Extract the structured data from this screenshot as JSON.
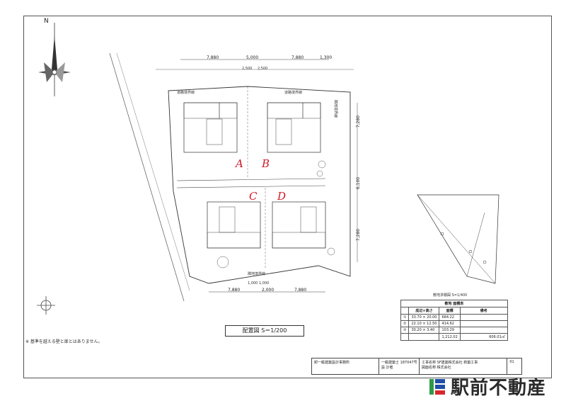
{
  "north_label": "N",
  "plan_title": "配置図 S＝1/200",
  "site_sketch_caption": "敷地求積図 S=1/400",
  "note_text": "※ 基準を越える壁と扉とはありません。",
  "lot_letters": [
    "A",
    "B",
    "C",
    "D"
  ],
  "dimensions_top": [
    "7,880",
    "5,000",
    "7,880",
    "1,300"
  ],
  "dimensions_top_sub": [
    "2,500",
    "2,500"
  ],
  "dimensions_bottom": [
    "7,880",
    "2,000",
    "7,880"
  ],
  "dimensions_bottom_sub": [
    "1,000",
    "1,000"
  ],
  "dimensions_right": [
    "7,280",
    "6,100",
    "7,280"
  ],
  "road_labels": [
    "道路境界線",
    "道路境界線",
    "隣地境界線",
    "隣地境界線"
  ],
  "area_table": {
    "title": "敷地 面積表",
    "headers": [
      "",
      "底辺×高さ",
      "面積",
      "備考"
    ],
    "rows": [
      [
        "①",
        "33.70 × 20.00",
        "684.22",
        ""
      ],
      [
        "②",
        "22.10 × 12.50",
        "414.62",
        ""
      ],
      [
        "③",
        "30.20 × 3.40",
        "103.29",
        ""
      ],
      [
        "",
        "",
        "1,212.02",
        "606.01㎡"
      ]
    ]
  },
  "title_block": {
    "cells": [
      "卸一級建築設計事務所",
      "一級建築士 187047号",
      "設 計者",
      "工事名称",
      "SF建築株式会社 新築工事",
      "図面名称",
      "株式会社",
      "01"
    ]
  },
  "brand_text": "駅前不動産",
  "colors": {
    "lot_letter": "#d21a2a",
    "brand_blue": "#1f4fa6",
    "brand_green": "#2f9a46",
    "brand_red": "#d8282f"
  }
}
